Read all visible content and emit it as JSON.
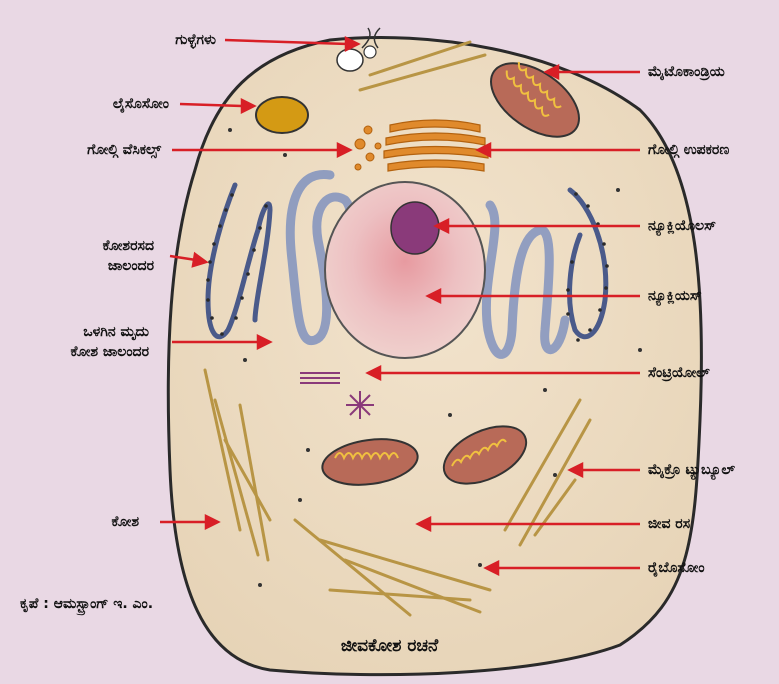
{
  "labels": {
    "vacuoles": "ಗುಳ್ಳೆಗಳು",
    "lysosome": "ಲೈಸೊಸೋಂ",
    "golgi_vesicles": "ಗೋಲ್ಗಿ ವೆಸಿಕಲ್ಸ್",
    "rough_er_line1": "ಕೋಶರಸದ",
    "rough_er_line2": "ಜಾಲಂದರ",
    "smooth_er_line1": "ಒಳಗಿನ ಮೃದು",
    "smooth_er_line2": "ಕೋಶ ಜಾಲಂದರ",
    "cell_wall": "ಕೋಶ",
    "credit": "ಕೃಪೆ : ಆಮಸ್ಟ್ರಾಂಗ್ ಇ. ಎಂ.",
    "mitochondria": "ಮೈಟೊಕಾಂಡ್ರಿಯ",
    "golgi_apparatus": "ಗೋಲ್ಗಿ ಉಪಕರಣ",
    "nucleolus": "ನ್ಯೂಕ್ಲಿಯೊಲಸ್",
    "nucleus": "ನ್ಯೂಕ್ಲಿಯಸ್",
    "centriole": "ಸೆಂಟ್ರಿಯೋಲ್",
    "microtubules": "ಮೈಕ್ರೊ ಟ್ಯುಬ್ಯೂಲ್",
    "cytoplasm": "ಜೀವ ರಸ",
    "ribosome": "ರೈಬೊಸೋಂ"
  },
  "caption": "ಜೀವಕೋಶ ರಚನೆ",
  "colors": {
    "background": "#e9d8e4",
    "cell_fill": "#ecdcc3",
    "cell_outline": "#2a2a2a",
    "arrow": "#d81f26",
    "nucleus_fill": "#e8b4b8",
    "nucleolus_fill": "#8a3a7a",
    "mitochondria_fill": "#b86a58",
    "mitochondria_cristae": "#f0c040",
    "golgi": "#e08a2c",
    "lysosome": "#d49a14",
    "er_blue": "#7f90b8",
    "microtubule": "#c9a64b"
  }
}
